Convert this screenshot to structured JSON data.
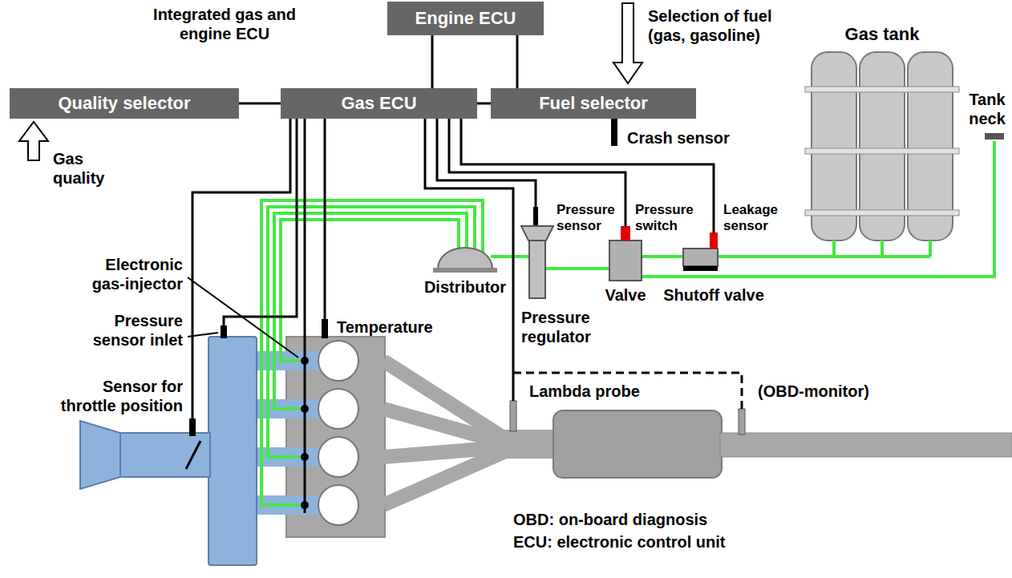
{
  "diagram": {
    "nodes": [
      {
        "text": [
          "Engine ECU"
        ]
      },
      {
        "text": [
          "Quality selector"
        ]
      },
      {
        "text": [
          "Gas ECU"
        ]
      },
      {
        "text": [
          "Fuel selector"
        ]
      }
    ],
    "edges": [
      {
        "from": 1,
        "to": 2,
        "arrow": "none"
      },
      {
        "from": 0,
        "to": 2,
        "arrow": "none"
      },
      {
        "from": 2,
        "to": 3,
        "arrow": "none"
      },
      {
        "from": 0,
        "to": 3,
        "arrow": "none"
      }
    ],
    "labels": [
      "Integrated gas and engine ECU",
      "Selection of fuel (gas, gasoline)",
      "Gas tank",
      "Gas quality",
      "Tank neck",
      "Crash sensor",
      "Electronic gas-injector",
      "Pressure sensor",
      "Pressure switch",
      "Leakage sensor",
      "Pressure sensor inlet",
      "Distributor",
      "Valve",
      "Shutoff valve",
      "Sensor for throttle position",
      "Temperature",
      "Pressure regulator",
      "Lambda probe",
      "(OBD-monitor)",
      "OBD: on-board diagnosis",
      "ECU: electronic control unit"
    ]
  }
}
